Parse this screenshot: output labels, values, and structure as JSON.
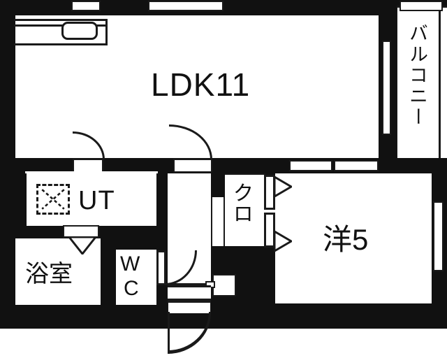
{
  "plan": {
    "title": "apartment-floor-plan",
    "background_color": "#ffffff",
    "wall_color": "#111111",
    "line_color": "#1a1a1a",
    "rooms": [
      {
        "key": "ldk",
        "label": "LDK11",
        "meaning": "living-dining-kitchen-11-tatami"
      },
      {
        "key": "balcony",
        "label": "バルコニー",
        "meaning": "balcony"
      },
      {
        "key": "ut",
        "label": "UT",
        "meaning": "utility-room"
      },
      {
        "key": "bath",
        "label": "浴室",
        "meaning": "bathroom"
      },
      {
        "key": "wc_w",
        "label": "W",
        "meaning": "toilet-letter-w"
      },
      {
        "key": "wc_c",
        "label": "C",
        "meaning": "toilet-letter-c"
      },
      {
        "key": "closet",
        "label": "クロ",
        "meaning": "closet"
      },
      {
        "key": "western",
        "label": "洋5",
        "meaning": "western-room-5-tatami"
      }
    ],
    "fixtures": [
      {
        "key": "sink",
        "label": "kitchen-sink"
      },
      {
        "key": "washer_pan",
        "label": "washing-machine-pan"
      },
      {
        "key": "shoe_cabinet",
        "label": "shoe-cabinet"
      }
    ]
  }
}
